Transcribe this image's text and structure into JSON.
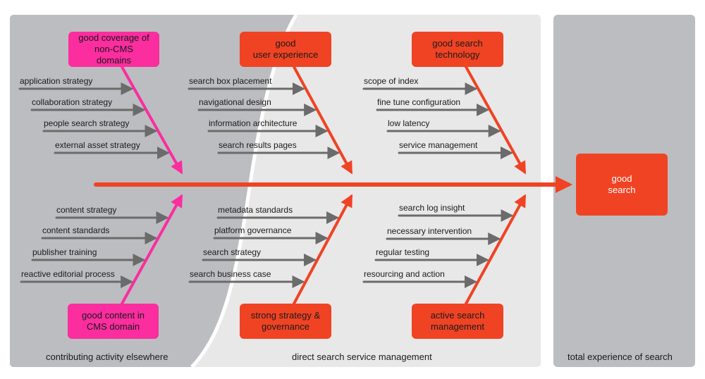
{
  "diagram": {
    "type": "fishbone",
    "colors": {
      "outer_panel": "#bcbdc0",
      "inner_panel": "#e8e8e8",
      "pink": "#fb2d9f",
      "red": "#f04324",
      "gray_arrow": "#6b6b6b"
    },
    "regions": {
      "left": "contributing activity elsewhere",
      "middle": "direct search service management",
      "right": "total experience of search"
    },
    "effect": "good\nsearch",
    "categories": [
      {
        "id": "non-cms",
        "title": "good coverage of\nnon-CMS\ndomains",
        "color": "pink",
        "causes": [
          "application strategy",
          "collaboration strategy",
          "people search strategy",
          "external asset strategy"
        ]
      },
      {
        "id": "user-experience",
        "title": "good\nuser experience",
        "color": "red",
        "causes": [
          "search box placement",
          "navigational design",
          "information architecture",
          "search results pages"
        ]
      },
      {
        "id": "search-technology",
        "title": "good search\ntechnology",
        "color": "red",
        "causes": [
          "scope of index",
          "fine tune configuration",
          "low latency",
          "service management"
        ]
      },
      {
        "id": "cms-content",
        "title": "good content in\nCMS domain",
        "color": "pink",
        "causes": [
          "content strategy",
          "content standards",
          "publisher training",
          "reactive editorial process"
        ]
      },
      {
        "id": "strategy-governance",
        "title": "strong strategy &\ngovernance",
        "color": "red",
        "causes": [
          "metadata standards",
          "platform governance",
          "search strategy",
          "search business case"
        ]
      },
      {
        "id": "search-management",
        "title": "active search\nmanagement",
        "color": "red",
        "causes": [
          "search log insight",
          "necessary intervention",
          "regular testing",
          "resourcing and action"
        ]
      }
    ]
  }
}
